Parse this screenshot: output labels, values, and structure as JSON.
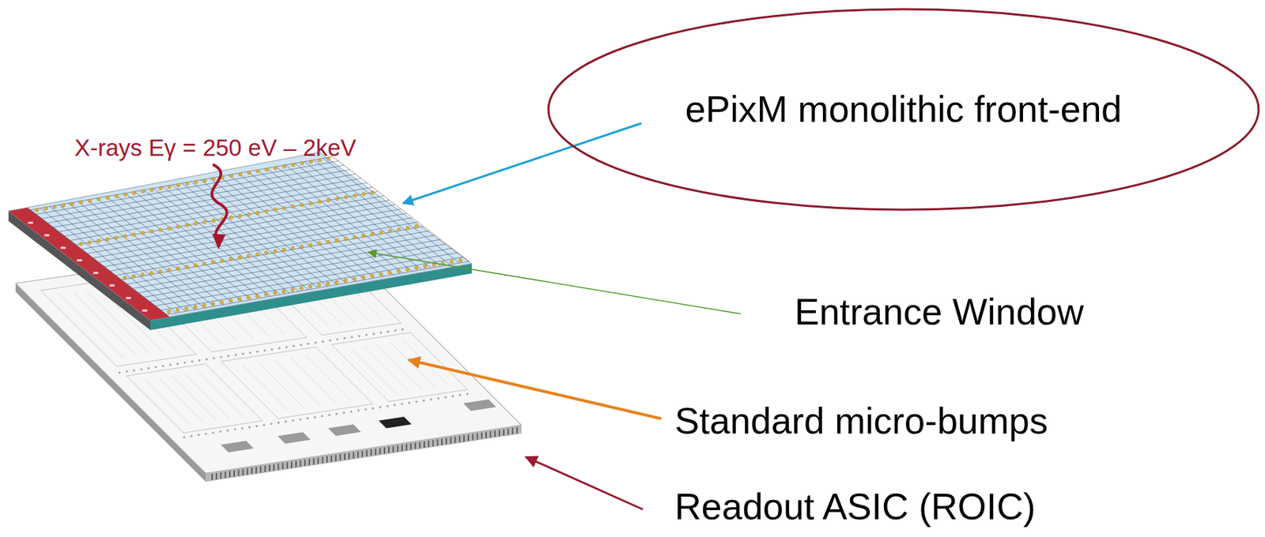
{
  "diagram": {
    "nodes": [
      {
        "text": [
          "ePixM monolithic front-end"
        ]
      }
    ],
    "labels": [
      "X-rays Eγ = 250 eV – 2keV",
      "Entrance Window",
      "Standard micro-bumps",
      "Readout ASIC (ROIC)"
    ]
  }
}
